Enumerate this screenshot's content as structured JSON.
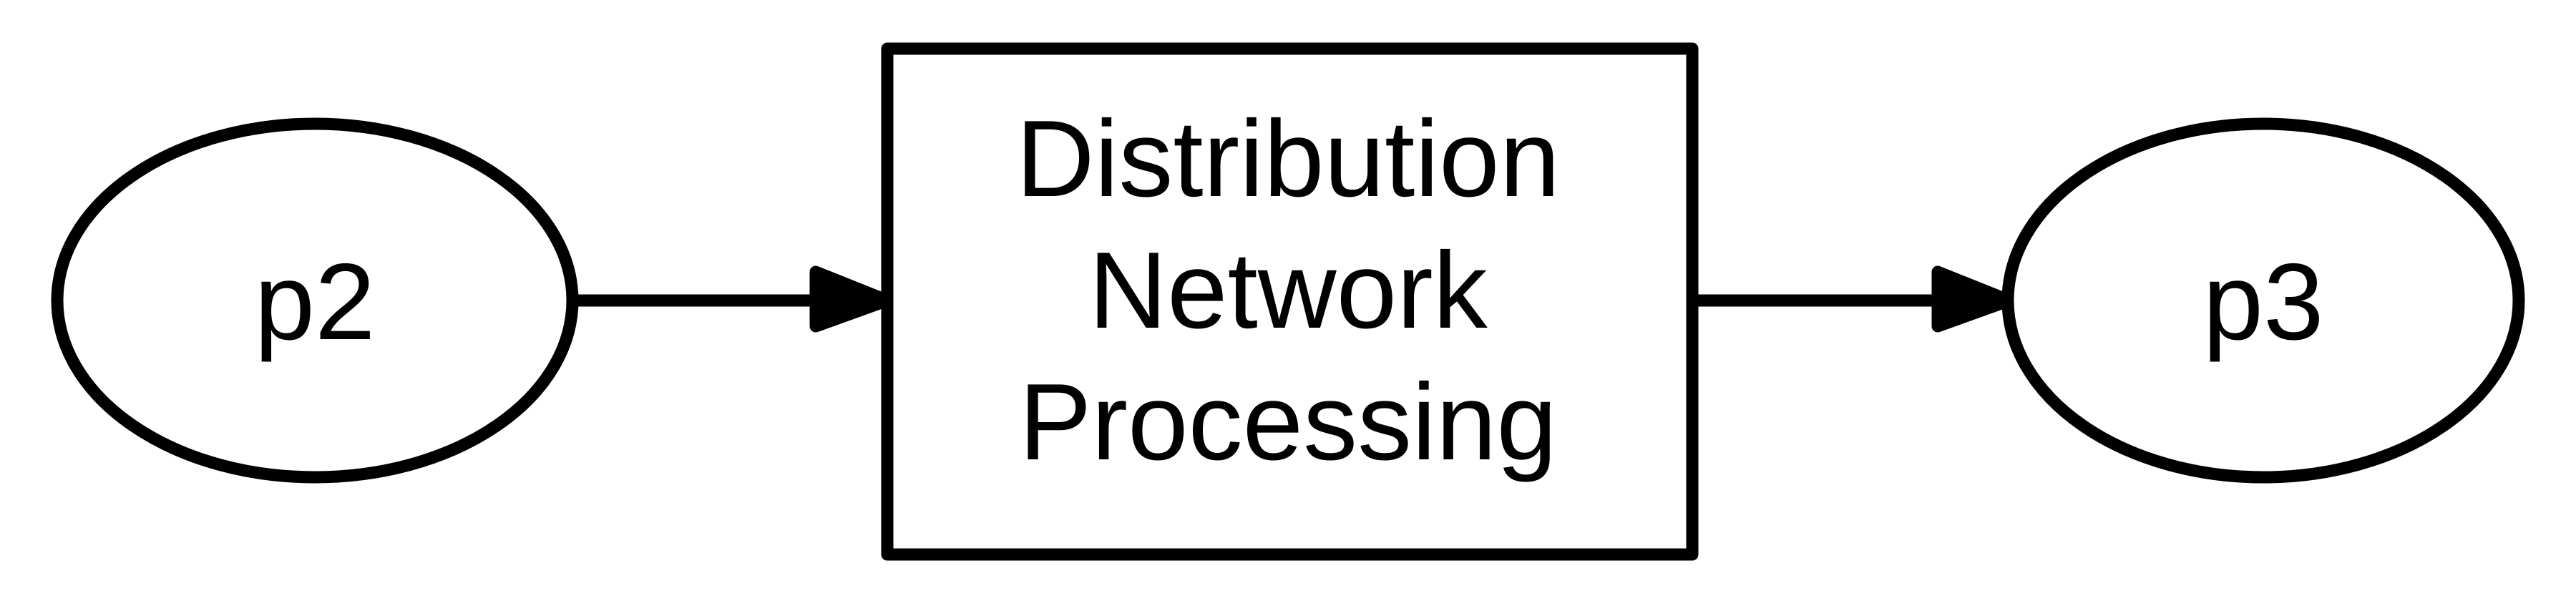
{
  "nodes": {
    "p2": {
      "label": "p2",
      "shape": "ellipse"
    },
    "process": {
      "label_lines": [
        "Distribution",
        "Network",
        "Processing"
      ],
      "shape": "rectangle"
    },
    "p3": {
      "label": "p3",
      "shape": "ellipse"
    }
  },
  "edges": [
    {
      "from": "p2",
      "to": "process"
    },
    {
      "from": "process",
      "to": "p3"
    }
  ],
  "colors": {
    "stroke": "#000000",
    "fill": "#ffffff",
    "text": "#000000"
  }
}
